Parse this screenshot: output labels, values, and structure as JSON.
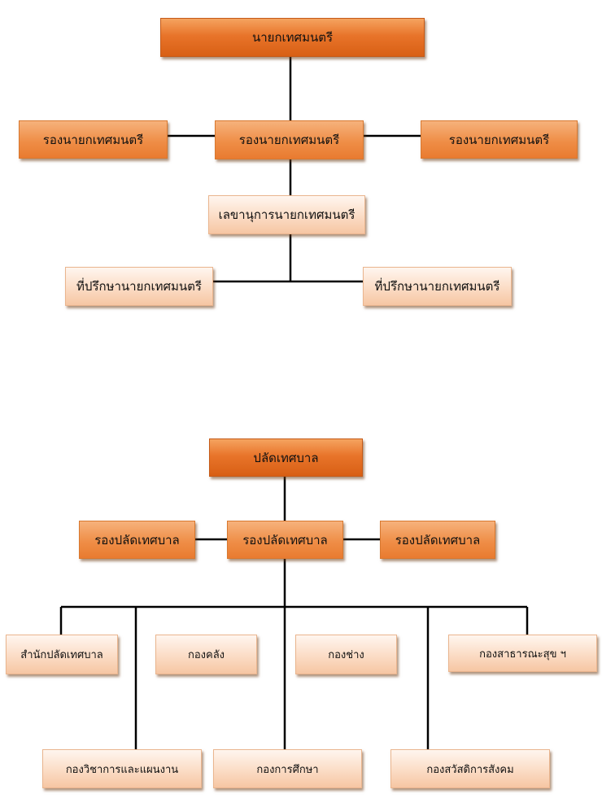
{
  "mayor_chart": {
    "mayor": "นายกเทศมนตรี",
    "deputies": [
      "รองนายกเทศมนตรี",
      "รองนายกเทศมนตรี",
      "รองนายกเทศมนตรี"
    ],
    "secretary": "เลขานุการนายกเทศมนตรี",
    "advisors": [
      "ที่ปรึกษานายกเทศมนตรี",
      "ที่ปรึกษานายกเทศมนตรี"
    ]
  },
  "clerk_chart": {
    "clerk": "ปลัดเทศบาล",
    "deputies": [
      "รองปลัดเทศบาล",
      "รองปลัดเทศบาล",
      "รองปลัดเทศบาล"
    ],
    "divisions_top": [
      "สำนักปลัดเทศบาล",
      "กองคลัง",
      "กองช่าง",
      "กองสาธารณะสุข ฯ"
    ],
    "divisions_bottom": [
      "กองวิชาการและแผนงาน",
      "กองการศึกษา",
      "กองสวัสดิการสังคม"
    ]
  },
  "colors": {
    "dark_box": "#e8742a",
    "mid_box": "#ef8e47",
    "light_box": "#fbdcc5",
    "connector": "#000000"
  }
}
